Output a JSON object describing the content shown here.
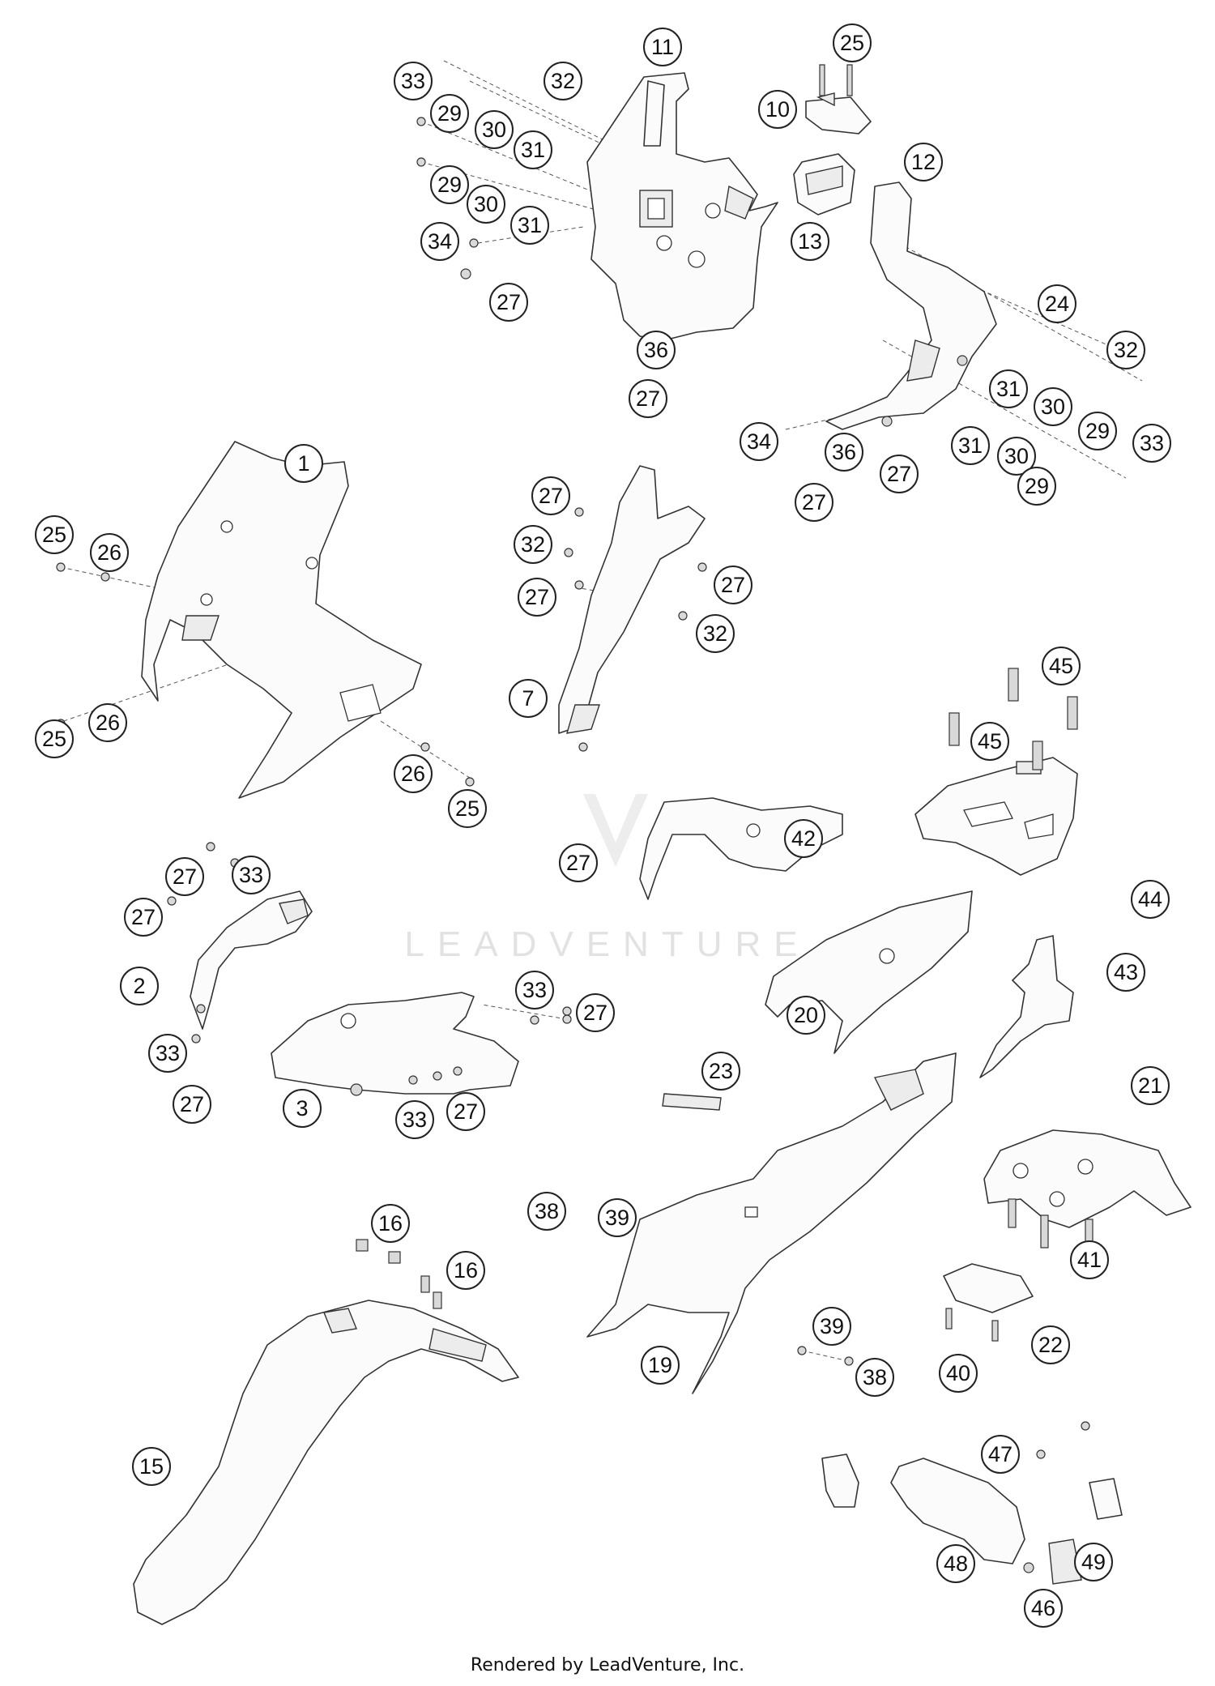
{
  "footer": {
    "credit": "Rendered by LeadVenture, Inc."
  },
  "watermark": {
    "text": "LEADVENTURE"
  },
  "callouts": [
    {
      "id": "c-11a",
      "label": "11"
    },
    {
      "id": "c-25a",
      "label": "25"
    },
    {
      "id": "c-33a",
      "label": "33"
    },
    {
      "id": "c-32a",
      "label": "32"
    },
    {
      "id": "c-10",
      "label": "10"
    },
    {
      "id": "c-29a",
      "label": "29"
    },
    {
      "id": "c-30a",
      "label": "30"
    },
    {
      "id": "c-31a",
      "label": "31"
    },
    {
      "id": "c-12",
      "label": "12"
    },
    {
      "id": "c-29b",
      "label": "29"
    },
    {
      "id": "c-30b",
      "label": "30"
    },
    {
      "id": "c-31b",
      "label": "31"
    },
    {
      "id": "c-13",
      "label": "13"
    },
    {
      "id": "c-34a",
      "label": "34"
    },
    {
      "id": "c-27a",
      "label": "27"
    },
    {
      "id": "c-24",
      "label": "24"
    },
    {
      "id": "c-32b",
      "label": "32"
    },
    {
      "id": "c-36a",
      "label": "36"
    },
    {
      "id": "c-27b",
      "label": "27"
    },
    {
      "id": "c-31c",
      "label": "31"
    },
    {
      "id": "c-30c",
      "label": "30"
    },
    {
      "id": "c-29c",
      "label": "29"
    },
    {
      "id": "c-33b",
      "label": "33"
    },
    {
      "id": "c-34b",
      "label": "34"
    },
    {
      "id": "c-36b",
      "label": "36"
    },
    {
      "id": "c-31d",
      "label": "31"
    },
    {
      "id": "c-30d",
      "label": "30"
    },
    {
      "id": "c-27c",
      "label": "27"
    },
    {
      "id": "c-27d",
      "label": "27"
    },
    {
      "id": "c-29d",
      "label": "29"
    },
    {
      "id": "c-1",
      "label": "1"
    },
    {
      "id": "c-27e",
      "label": "27"
    },
    {
      "id": "c-25b",
      "label": "25"
    },
    {
      "id": "c-26a",
      "label": "26"
    },
    {
      "id": "c-32c",
      "label": "32"
    },
    {
      "id": "c-27f",
      "label": "27"
    },
    {
      "id": "c-27g",
      "label": "27"
    },
    {
      "id": "c-32d",
      "label": "32"
    },
    {
      "id": "c-45a",
      "label": "45"
    },
    {
      "id": "c-7",
      "label": "7"
    },
    {
      "id": "c-25c",
      "label": "25"
    },
    {
      "id": "c-26b",
      "label": "26"
    },
    {
      "id": "c-45b",
      "label": "45"
    },
    {
      "id": "c-26c",
      "label": "26"
    },
    {
      "id": "c-25d",
      "label": "25"
    },
    {
      "id": "c-27h",
      "label": "27"
    },
    {
      "id": "c-42",
      "label": "42"
    },
    {
      "id": "c-27i",
      "label": "27"
    },
    {
      "id": "c-33c",
      "label": "33"
    },
    {
      "id": "c-44",
      "label": "44"
    },
    {
      "id": "c-27j",
      "label": "27"
    },
    {
      "id": "c-43",
      "label": "43"
    },
    {
      "id": "c-2",
      "label": "2"
    },
    {
      "id": "c-33d",
      "label": "33"
    },
    {
      "id": "c-27k",
      "label": "27"
    },
    {
      "id": "c-20",
      "label": "20"
    },
    {
      "id": "c-33e",
      "label": "33"
    },
    {
      "id": "c-23",
      "label": "23"
    },
    {
      "id": "c-27l",
      "label": "27"
    },
    {
      "id": "c-21",
      "label": "21"
    },
    {
      "id": "c-3",
      "label": "3"
    },
    {
      "id": "c-33f",
      "label": "33"
    },
    {
      "id": "c-27m",
      "label": "27"
    },
    {
      "id": "c-16a",
      "label": "16"
    },
    {
      "id": "c-38a",
      "label": "38"
    },
    {
      "id": "c-39a",
      "label": "39"
    },
    {
      "id": "c-41",
      "label": "41"
    },
    {
      "id": "c-16b",
      "label": "16"
    },
    {
      "id": "c-39b",
      "label": "39"
    },
    {
      "id": "c-19",
      "label": "19"
    },
    {
      "id": "c-38b",
      "label": "38"
    },
    {
      "id": "c-22",
      "label": "22"
    },
    {
      "id": "c-40",
      "label": "40"
    },
    {
      "id": "c-15",
      "label": "15"
    },
    {
      "id": "c-47",
      "label": "47"
    },
    {
      "id": "c-48",
      "label": "48"
    },
    {
      "id": "c-49",
      "label": "49"
    },
    {
      "id": "c-46",
      "label": "46"
    }
  ]
}
